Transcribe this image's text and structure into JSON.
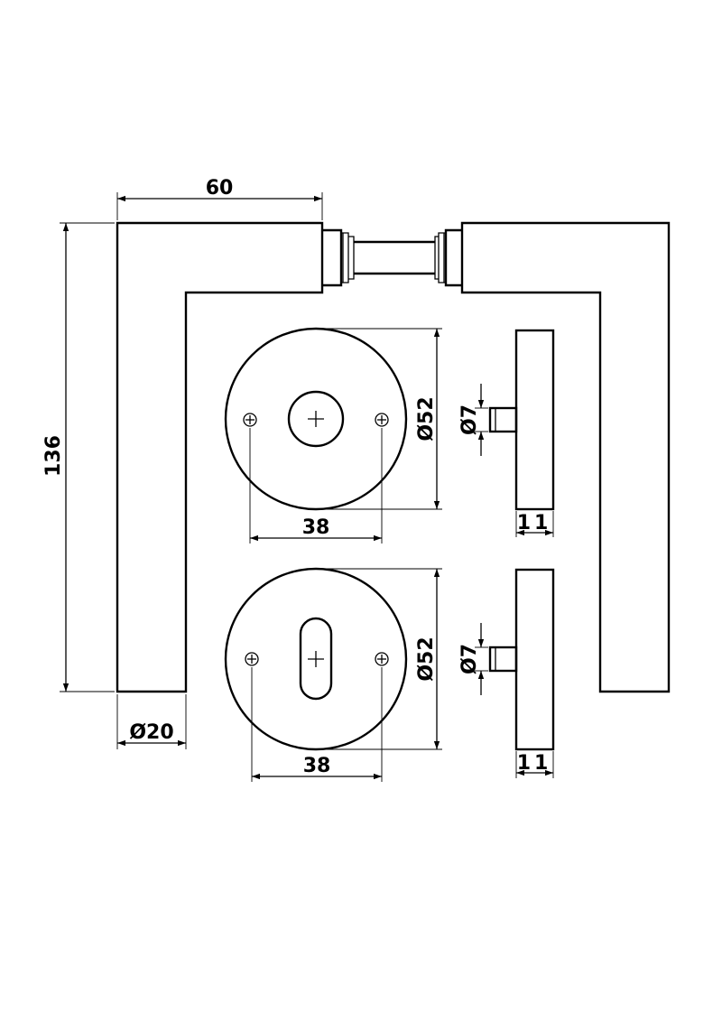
{
  "dimensions": {
    "lever_length": "60",
    "lever_height": "136",
    "lever_diameter": "Ø20",
    "rose_top_diameter": "Ø52",
    "rose_top_hole_spacing": "38",
    "rose_top_pin": "Ø7",
    "rose_top_thickness": "11",
    "rose_bottom_diameter": "Ø52",
    "rose_bottom_hole_spacing": "38",
    "rose_bottom_pin": "Ø7",
    "rose_bottom_thickness": "11"
  },
  "colors": {
    "ink": "#000000",
    "paper": "#ffffff"
  }
}
